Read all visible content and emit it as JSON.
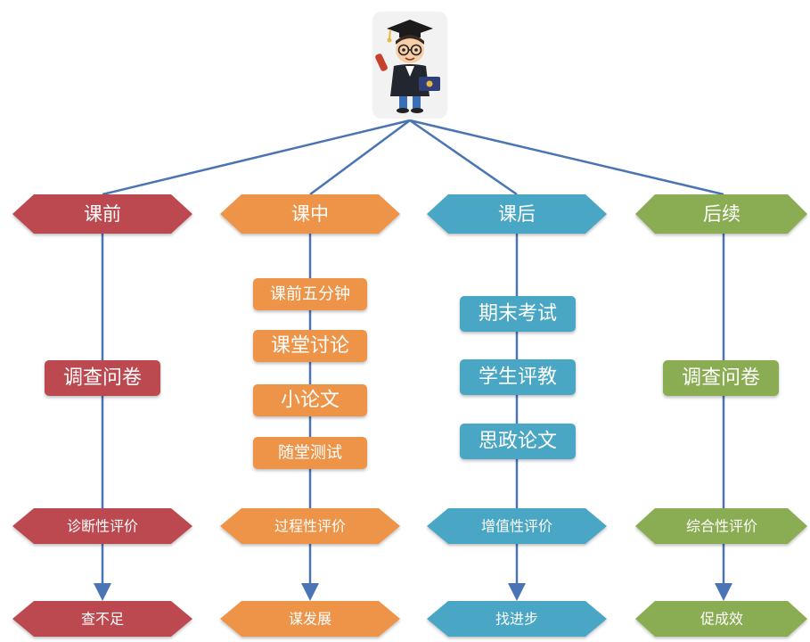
{
  "columns": [
    {
      "id": "pre",
      "header": "课前",
      "color": "#bc4a4f",
      "items": [
        "调查问卷"
      ],
      "evaluation": "诊断性评价",
      "result": "查不足"
    },
    {
      "id": "in",
      "header": "课中",
      "color": "#ee944a",
      "items": [
        "课前五分钟",
        "课堂讨论",
        "小论文",
        "随堂测试"
      ],
      "evaluation": "过程性评价",
      "result": "谋发展"
    },
    {
      "id": "post",
      "header": "课后",
      "color": "#4aa6c4",
      "items": [
        "期末考试",
        "学生评教",
        "思政论文"
      ],
      "evaluation": "增值性评价",
      "result": "找进步"
    },
    {
      "id": "follow",
      "header": "后续",
      "color": "#8aad52",
      "items": [
        "调查问卷"
      ],
      "evaluation": "综合性评价",
      "result": "促成效"
    }
  ],
  "colors": {
    "connector": "#4a74b4",
    "avatar_bg": "#f2f2f2"
  },
  "avatar_icon": "graduate-teacher-icon"
}
